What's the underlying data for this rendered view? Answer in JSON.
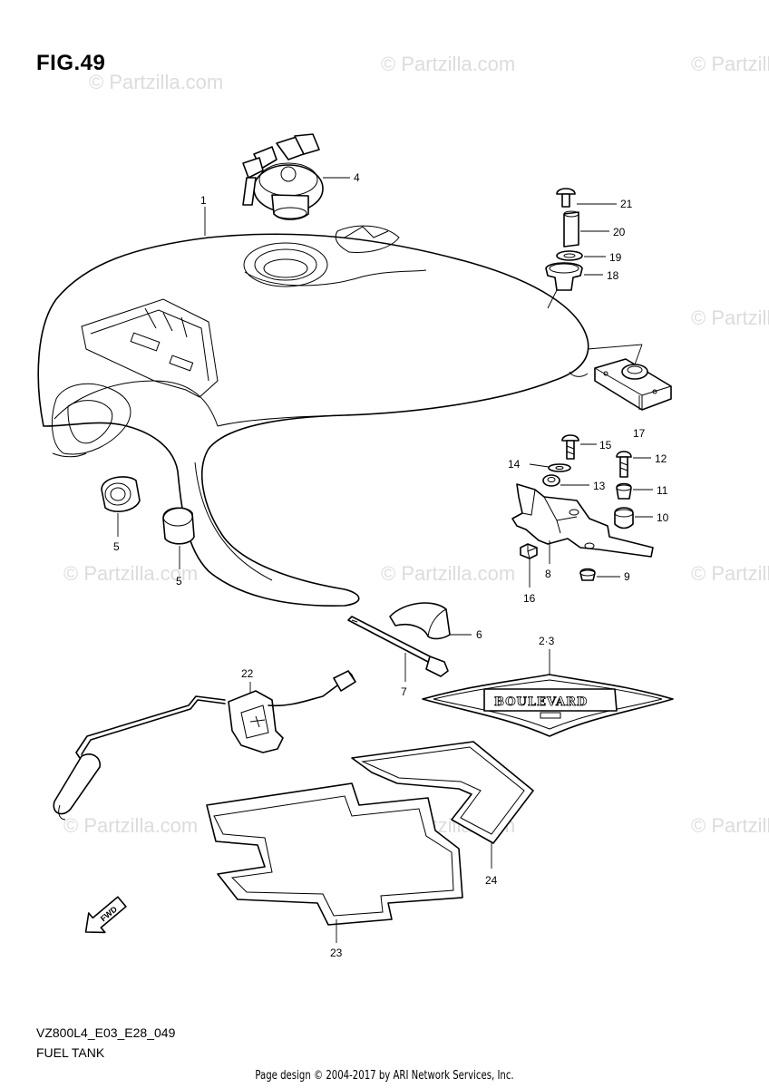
{
  "figure": {
    "title": "FIG.49",
    "model_code": "VZ800L4_E03_E28_049",
    "caption": "FUEL TANK"
  },
  "footer": "Page design © 2004-2017 by ARI Network Services, Inc.",
  "watermark": "© Partzilla.com",
  "badge_text": "BOULEVARD",
  "direction_label": "FWD",
  "parts": [
    {
      "ref": "1"
    },
    {
      "ref": "2·3"
    },
    {
      "ref": "4"
    },
    {
      "ref": "5a",
      "label": "5"
    },
    {
      "ref": "5b",
      "label": "5"
    },
    {
      "ref": "6"
    },
    {
      "ref": "7"
    },
    {
      "ref": "8"
    },
    {
      "ref": "9"
    },
    {
      "ref": "10"
    },
    {
      "ref": "11"
    },
    {
      "ref": "12"
    },
    {
      "ref": "13"
    },
    {
      "ref": "14"
    },
    {
      "ref": "15"
    },
    {
      "ref": "16"
    },
    {
      "ref": "17"
    },
    {
      "ref": "18"
    },
    {
      "ref": "19"
    },
    {
      "ref": "20"
    },
    {
      "ref": "21"
    },
    {
      "ref": "22"
    },
    {
      "ref": "23"
    },
    {
      "ref": "24"
    }
  ],
  "labels": {
    "p1": "1",
    "p23": "2·3",
    "p4": "4",
    "p5a": "5",
    "p5b": "5",
    "p6": "6",
    "p7": "7",
    "p8": "8",
    "p9": "9",
    "p10": "10",
    "p11": "11",
    "p12": "12",
    "p13": "13",
    "p14": "14",
    "p15": "15",
    "p16": "16",
    "p17": "17",
    "p18": "18",
    "p19": "19",
    "p20": "20",
    "p21": "21",
    "p22": "22",
    "p23b": "23",
    "p24": "24"
  }
}
